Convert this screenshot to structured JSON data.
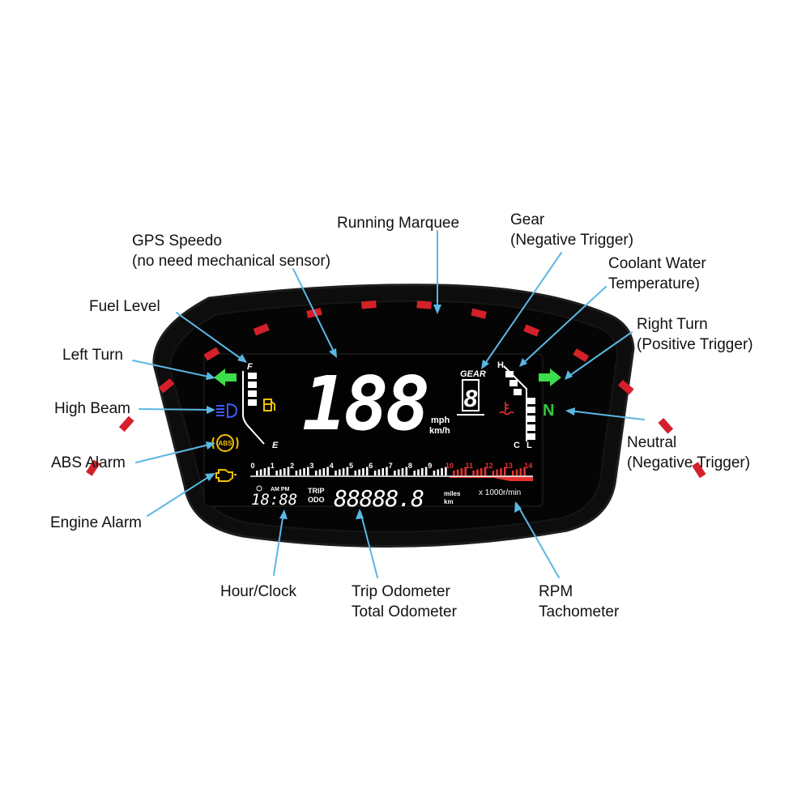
{
  "callouts": {
    "running_marquee": "Running Marquee",
    "gear": [
      "Gear",
      "(Negative Trigger)"
    ],
    "gps_speedo": [
      "GPS Speedo",
      "(no need mechanical sensor)"
    ],
    "coolant": [
      "Coolant Water",
      "Temperature)"
    ],
    "fuel_level": "Fuel Level",
    "right_turn": [
      "Right Turn",
      "(Positive Trigger)"
    ],
    "left_turn": "Left Turn",
    "high_beam": "High Beam",
    "neutral": [
      "Neutral",
      "(Negative Trigger)"
    ],
    "abs_alarm": "ABS Alarm",
    "engine_alarm": "Engine Alarm",
    "hour_clock": "Hour/Clock",
    "odometer": [
      "Trip Odometer",
      "Total Odometer"
    ],
    "rpm": [
      "RPM",
      "Tachometer"
    ]
  },
  "display": {
    "speed": "188",
    "speed_units": [
      "mph",
      "km/h"
    ],
    "gear_label": "GEAR",
    "gear_value": "8",
    "neutral": "N",
    "fuel_full": "F",
    "fuel_empty": "E",
    "temp_hot": "H",
    "temp_cold": "C",
    "temp_low": "L",
    "abs": "ABS",
    "clock": "18:88",
    "ampm": "AM PM",
    "trip": "TRIP",
    "odo": "ODO",
    "odometer": "88888.8",
    "odo_units": [
      "miles",
      "km"
    ],
    "rpm_unit": "x 1000r/min",
    "rpm_ticks": [
      "0",
      "1",
      "2",
      "3",
      "4",
      "5",
      "6",
      "7",
      "8",
      "9",
      "10",
      "11",
      "12",
      "13",
      "14"
    ],
    "rpm_redline_from": 10
  },
  "colors": {
    "turn": "#3ddc4a",
    "beam": "#3a5cff",
    "warning": "#f2c200",
    "marquee": "#d3202a",
    "redline": "#e53030",
    "coolant_icon": "#e53030",
    "neutral": "#2ecc40"
  }
}
